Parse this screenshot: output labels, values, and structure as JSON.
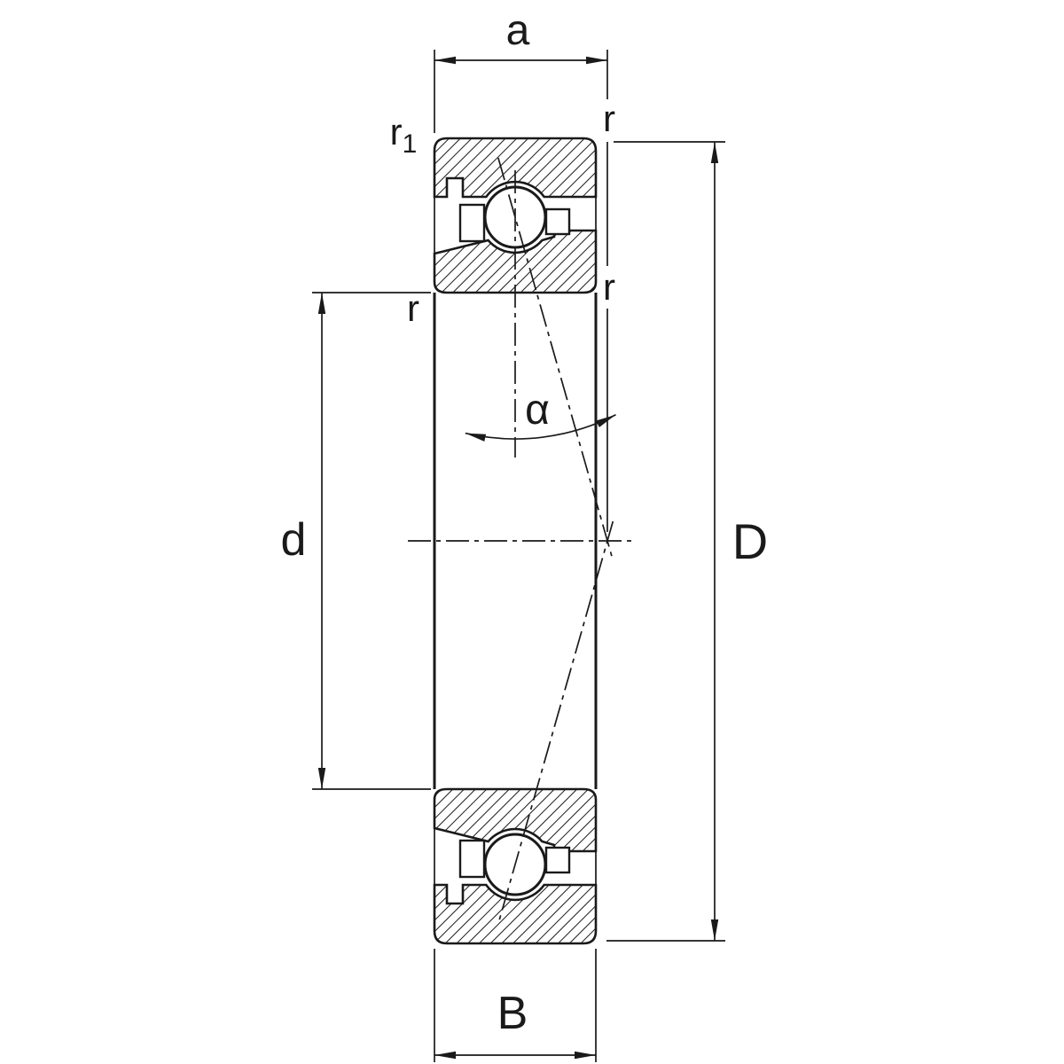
{
  "diagram": {
    "type": "bearing-cross-section",
    "colors": {
      "ink": "#1a1a1a",
      "background": "#ffffff"
    },
    "labels": {
      "dim_a": "a",
      "dim_d": "d",
      "dim_D": "D",
      "dim_B": "B",
      "angle_alpha": "α",
      "radius_r1_base": "r",
      "radius_r1_sub": "1",
      "radius_r_top_right": "r",
      "radius_r_mid_right": "r",
      "radius_r_left": "r"
    }
  }
}
